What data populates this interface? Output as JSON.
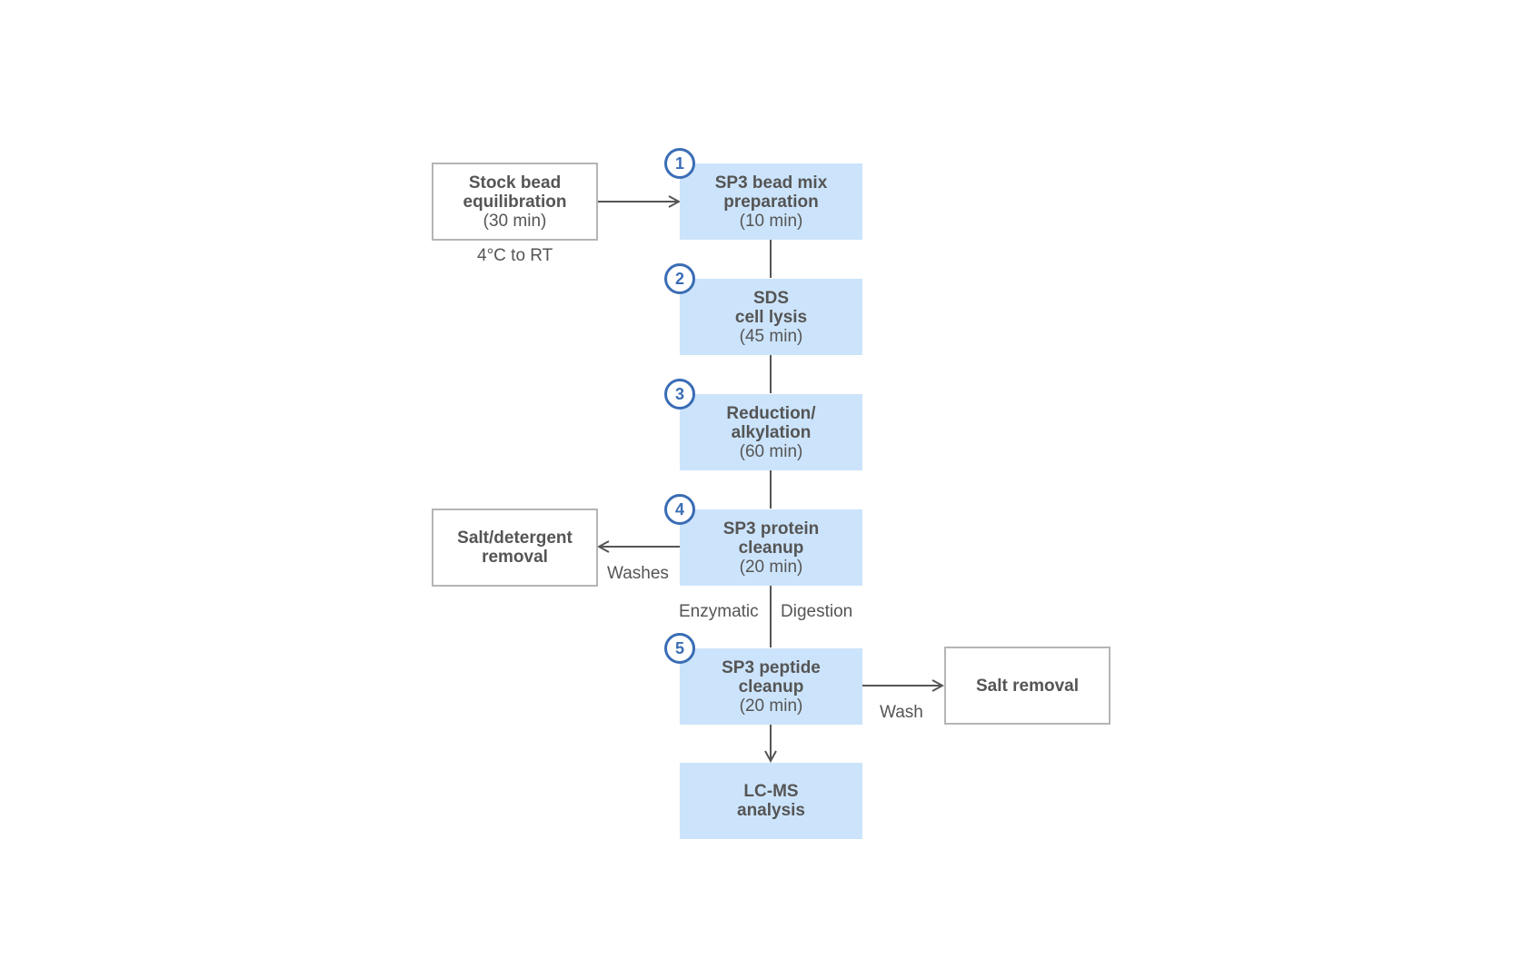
{
  "colors": {
    "step_fill": "#cce4fb",
    "badge_blue": "#3a6db5",
    "box_border": "#b5b5b5",
    "line": "#555555",
    "text": "#555555"
  },
  "steps": [
    {
      "number": "1",
      "title1": "SP3 bead mix",
      "title2": "preparation",
      "duration": "(10 min)"
    },
    {
      "number": "2",
      "title1": "SDS",
      "title2": "cell lysis",
      "duration": "(45 min)"
    },
    {
      "number": "3",
      "title1": "Reduction/",
      "title2": "alkylation",
      "duration": "(60 min)"
    },
    {
      "number": "4",
      "title1": "SP3 protein",
      "title2": "cleanup",
      "duration": "(20 min)"
    },
    {
      "number": "5",
      "title1": "SP3 peptide",
      "title2": "cleanup",
      "duration": "(20 min)"
    }
  ],
  "final_step": {
    "title1": "LC-MS",
    "title2": "analysis"
  },
  "side_boxes": {
    "stock": {
      "title1": "Stock bead",
      "title2": "equilibration",
      "duration": "(30 min)",
      "note": "4°C to RT"
    },
    "salt_detergent": {
      "title1": "Salt/detergent",
      "title2": "removal",
      "edge_label": "Washes"
    },
    "salt_removal": {
      "title1": "Salt removal",
      "edge_label": "Wash"
    }
  },
  "digestion_labels": {
    "left": "Enzymatic",
    "right": "Digestion"
  }
}
